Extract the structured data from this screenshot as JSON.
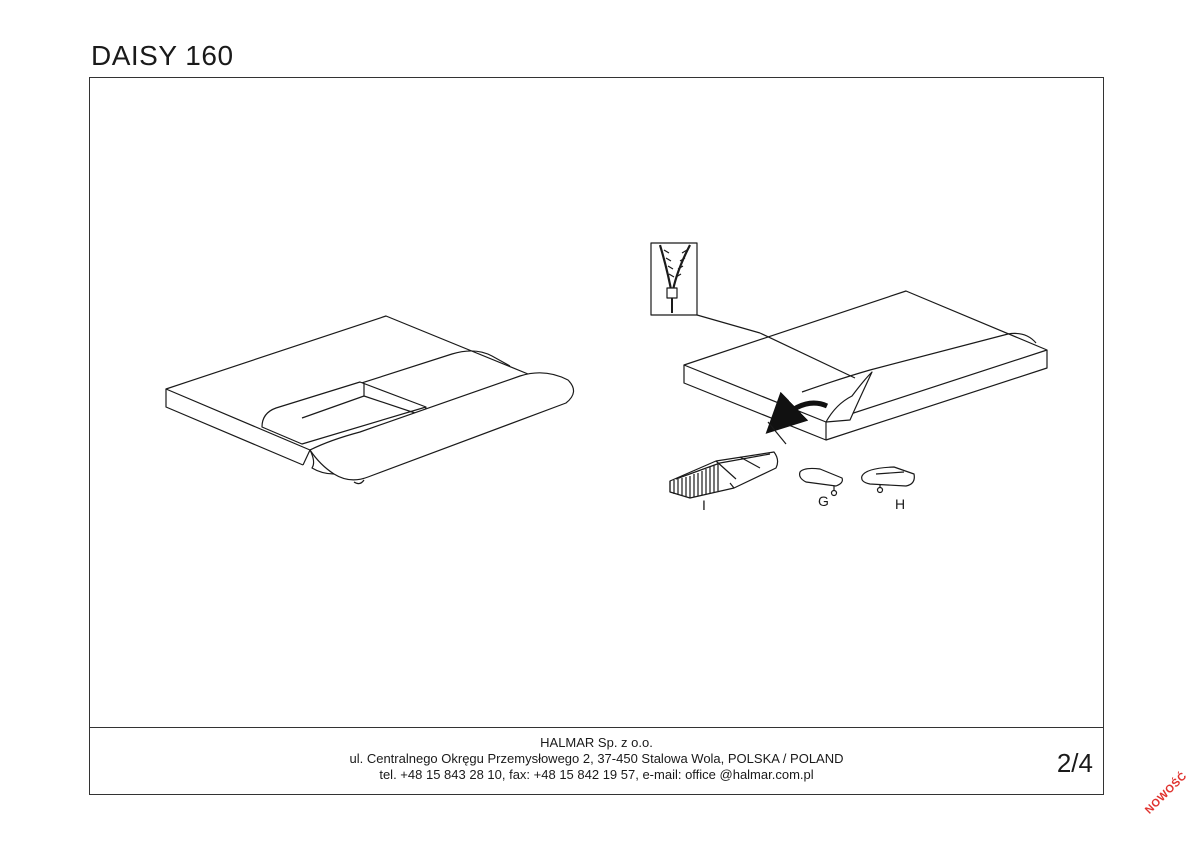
{
  "header": {
    "title": "DAISY 160"
  },
  "parts": {
    "i": "I",
    "g": "G",
    "h": "H"
  },
  "footer": {
    "company": "HALMAR Sp. z o.o.",
    "address": "ul. Centralnego Okręgu Przemysłowego 2, 37-450 Stalowa Wola, POLSKA / POLAND",
    "contact": "tel. +48 15 843 28 10, fax: +48 15 842 19 57, e-mail: office @halmar.com.pl",
    "page": "2/4"
  },
  "stamp": "NOWOŚĆ",
  "colors": {
    "line": "#1a1a1a",
    "stamp": "#e0322e"
  }
}
